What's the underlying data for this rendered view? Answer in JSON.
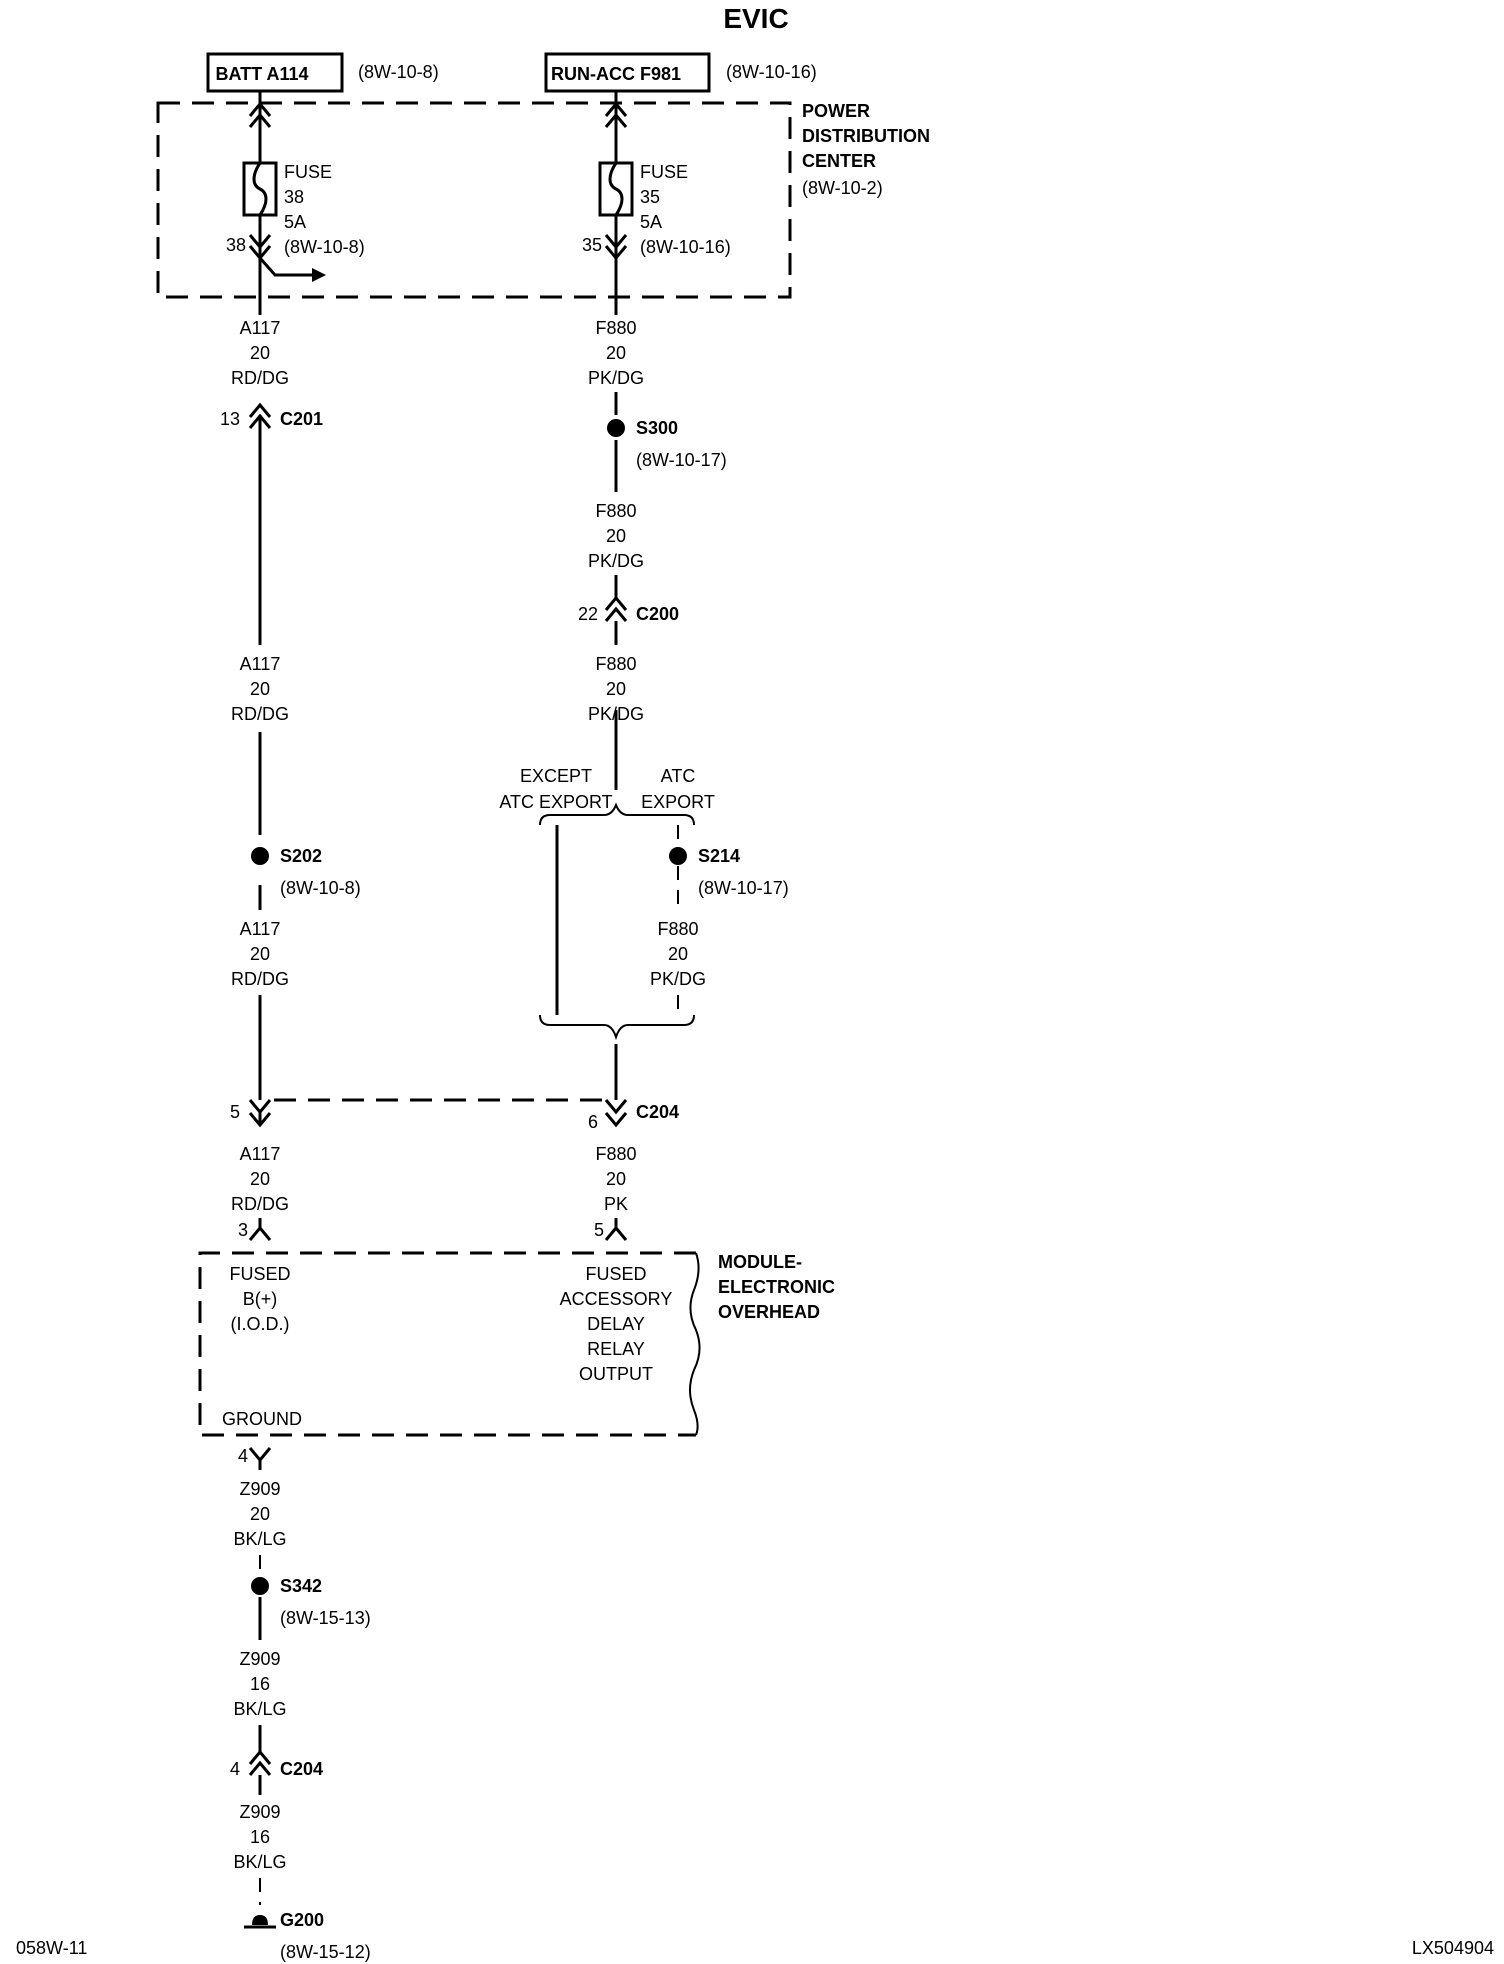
{
  "title": "EVIC",
  "sources": {
    "batt": {
      "label": "BATT A114",
      "ref": "(8W-10-8)"
    },
    "run_acc": {
      "label": "RUN-ACC F981",
      "ref": "(8W-10-16)"
    }
  },
  "pdc": {
    "line1": "POWER",
    "line2": "DISTRIBUTION",
    "line3": "CENTER",
    "ref": "(8W-10-2)",
    "fuse_left": {
      "word": "FUSE",
      "num": "38",
      "amp": "5A",
      "ref": "(8W-10-8)",
      "cavity": "38"
    },
    "fuse_right": {
      "word": "FUSE",
      "num": "35",
      "amp": "5A",
      "ref": "(8W-10-16)",
      "cavity": "35"
    }
  },
  "wires": {
    "a117": {
      "circuit": "A117",
      "gauge": "20",
      "color": "RD/DG"
    },
    "f880": {
      "circuit": "F880",
      "gauge": "20",
      "color": "PK/DG"
    },
    "f880_pk": {
      "circuit": "F880",
      "gauge": "20",
      "color": "PK"
    },
    "z909_20": {
      "circuit": "Z909",
      "gauge": "20",
      "color": "BK/LG"
    },
    "z909_16": {
      "circuit": "Z909",
      "gauge": "16",
      "color": "BK/LG"
    }
  },
  "connectors": {
    "c201": {
      "name": "C201",
      "pin": "13"
    },
    "c200": {
      "name": "C200",
      "pin": "22"
    },
    "c204_top": {
      "name": "C204",
      "pin_left": "5",
      "pin_right": "6"
    },
    "c204_bottom": {
      "name": "C204",
      "pin": "4"
    }
  },
  "splices": {
    "s300": {
      "name": "S300",
      "ref": "(8W-10-17)"
    },
    "s202": {
      "name": "S202",
      "ref": "(8W-10-8)"
    },
    "s214": {
      "name": "S214",
      "ref": "(8W-10-17)"
    },
    "s342": {
      "name": "S342",
      "ref": "(8W-15-13)"
    }
  },
  "options": {
    "except_line1": "EXCEPT",
    "except_line2": "ATC EXPORT",
    "atc_line1": "ATC",
    "atc_line2": "EXPORT"
  },
  "module": {
    "name_line1": "MODULE-",
    "name_line2": "ELECTRONIC",
    "name_line3": "OVERHEAD",
    "pin_left": "3",
    "pin_right": "5",
    "pin_ground": "4",
    "left_line1": "FUSED",
    "left_line2": "B(+)",
    "left_line3": "(I.O.D.)",
    "right_line1": "FUSED",
    "right_line2": "ACCESSORY",
    "right_line3": "DELAY",
    "right_line4": "RELAY",
    "right_line5": "OUTPUT",
    "ground_label": "GROUND"
  },
  "ground": {
    "name": "G200",
    "ref": "(8W-15-12)"
  },
  "footer": {
    "left": "058W-11",
    "right": "LX504904"
  }
}
